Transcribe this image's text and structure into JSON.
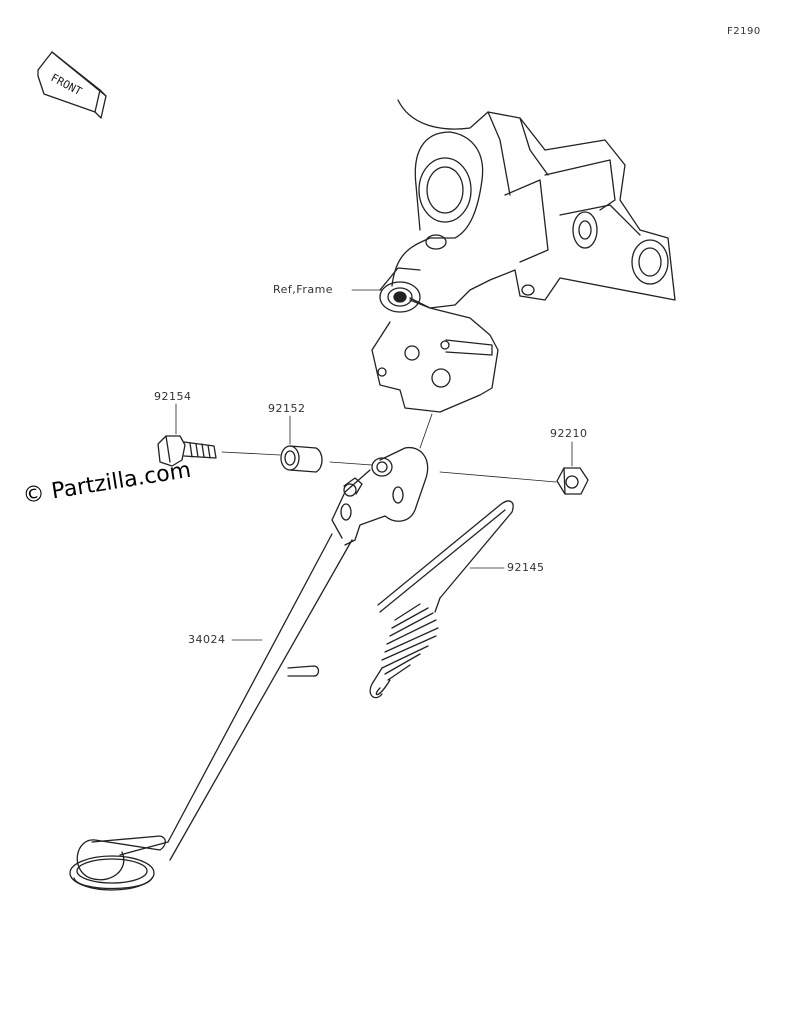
{
  "figure_code": "F2190",
  "front_badge": "FRONT",
  "watermark": "© Partzilla.com",
  "callouts": {
    "ref_frame": "Ref,Frame",
    "bolt": "92154",
    "collar": "92152",
    "nut": "92210",
    "spring": "92145",
    "stand": "34024"
  }
}
